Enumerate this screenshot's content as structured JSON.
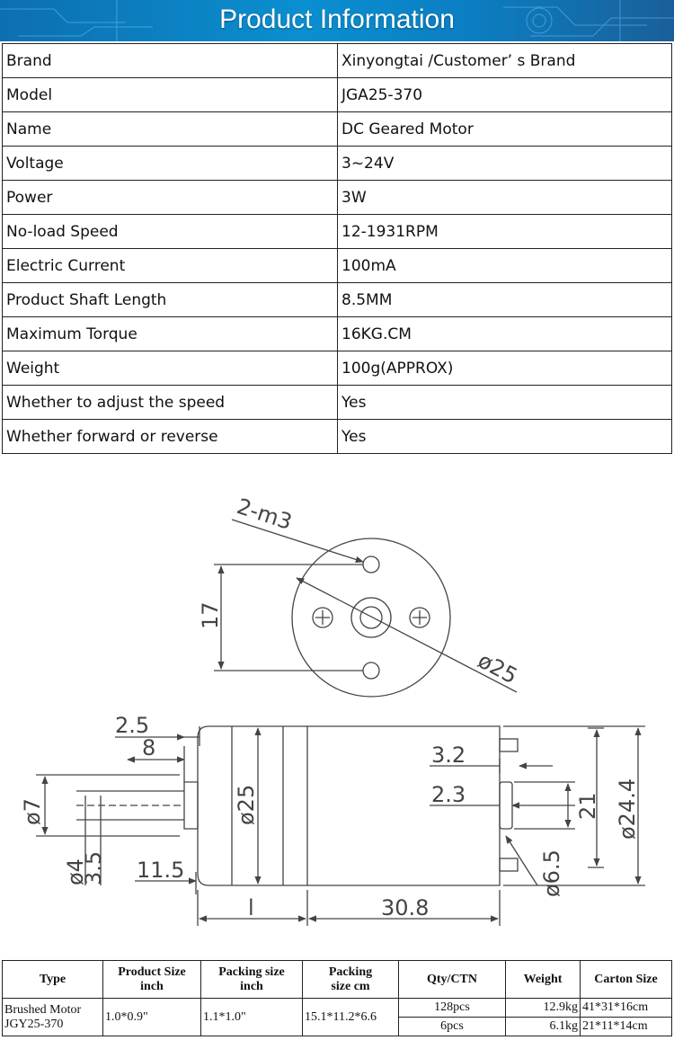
{
  "banner": {
    "title": "Product Information"
  },
  "spec_rows": [
    {
      "label": "Brand",
      "value": "Xinyongtai /Customer’ s Brand"
    },
    {
      "label": "Model",
      "value": "JGA25-370"
    },
    {
      "label": "Name",
      "value": "DC Geared Motor"
    },
    {
      "label": "Voltage",
      "value": "3~24V"
    },
    {
      "label": "Power",
      "value": "3W"
    },
    {
      "label": "No-load Speed",
      "value": "12-1931RPM"
    },
    {
      "label": "Electric Current",
      "value": "100mA"
    },
    {
      "label": "Product Shaft Length",
      "value": "8.5MM"
    },
    {
      "label": "Maximum Torque",
      "value": "16KG.CM"
    },
    {
      "label": "Weight",
      "value": "100g(APPROX)"
    },
    {
      "label": "Whether to adjust the speed",
      "value": "Yes"
    },
    {
      "label": "Whether forward or reverse",
      "value": "Yes"
    }
  ],
  "drawing": {
    "holes": "2-m3",
    "height_17": "17",
    "dia_25_top": "ø25",
    "len_2_5": "2.5",
    "len_8": "8",
    "dia_7": "ø7",
    "dia_4": "ø4",
    "len_3_5": "3.5",
    "len_11_5": "11.5",
    "dia_25_side": "ø25",
    "len_l": "l",
    "len_30_8": "30.8",
    "len_3_2": "3.2",
    "len_2_3": "2.3",
    "len_21": "21",
    "dia_6_5": "ø6.5",
    "dia_24_4": "ø24.4"
  },
  "packing": {
    "headers": {
      "type": "Type",
      "product_size": "Product Size\ninch",
      "packing_inch": "Packing size\ninch",
      "packing_cm": "Packing\nsize cm",
      "qty": "Qty/CTN",
      "weight": "Weight",
      "carton": "Carton Size"
    },
    "type": "Brushed Motor\nJGY25-370",
    "product_size": "1.0*0.9\"",
    "packing_inch": "1.1*1.0\"",
    "packing_cm": "15.1*11.2*6.6",
    "rows": [
      {
        "qty": "128pcs",
        "weight": "12.9kg",
        "carton": "41*31*16cm"
      },
      {
        "qty": "6pcs",
        "weight": "6.1kg",
        "carton": "21*11*14cm"
      }
    ]
  }
}
